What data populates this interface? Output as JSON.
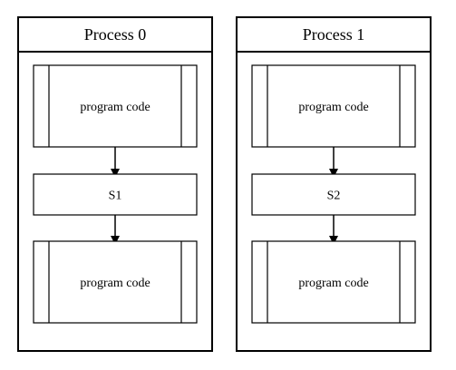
{
  "diagram": {
    "processes": [
      {
        "title": "Process 0",
        "blocks": [
          {
            "kind": "subroutine",
            "label": "program code"
          },
          {
            "kind": "step",
            "label": "S1"
          },
          {
            "kind": "subroutine",
            "label": "program code"
          }
        ]
      },
      {
        "title": "Process 1",
        "blocks": [
          {
            "kind": "subroutine",
            "label": "program code"
          },
          {
            "kind": "step",
            "label": "S2"
          },
          {
            "kind": "subroutine",
            "label": "program code"
          }
        ]
      }
    ]
  }
}
